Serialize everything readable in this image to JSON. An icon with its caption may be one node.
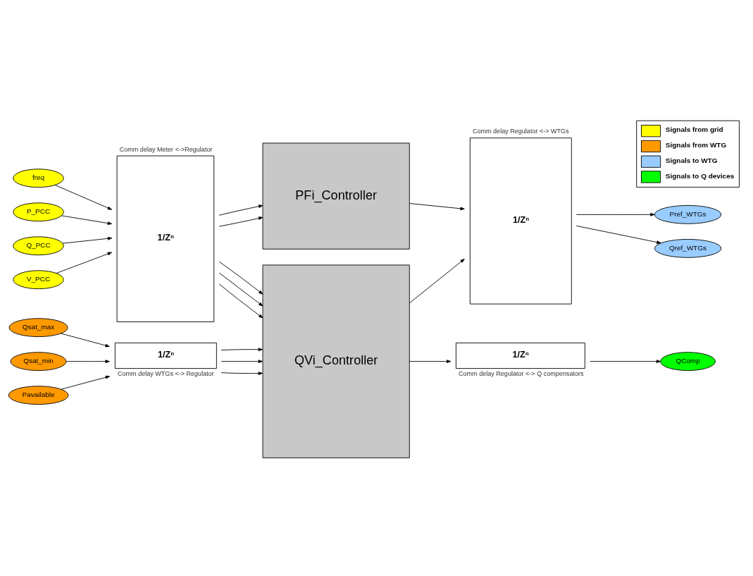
{
  "diagram": {
    "nodes": [
      {
        "text": [
          "freq"
        ]
      },
      {
        "text": [
          "P_PCC"
        ]
      },
      {
        "text": [
          "Q_PCC"
        ]
      },
      {
        "text": [
          "V_PCC"
        ]
      },
      {
        "text": [
          "Qsat_max"
        ]
      },
      {
        "text": [
          "Qsat_min"
        ]
      },
      {
        "text": [
          "Pavailable"
        ]
      },
      {
        "text": [
          "1/Zⁿ"
        ],
        "beside": [
          "Comm delay Meter <->Regulator"
        ]
      },
      {
        "text": [
          "1/Zⁿ"
        ],
        "beside": [
          "Comm delay WTGs <-> Regulator"
        ]
      },
      {
        "text": [
          "PFi_Controller"
        ]
      },
      {
        "text": [
          "QVi_Controller"
        ]
      },
      {
        "text": [
          "1/Zⁿ"
        ],
        "beside": [
          "Comm delay Regulator <-> WTGs"
        ]
      },
      {
        "text": [
          "1/Zⁿ"
        ],
        "beside": [
          "Comm delay Regulator <-> Q compensators"
        ]
      },
      {
        "text": [
          "Pref_WTGs"
        ]
      },
      {
        "text": [
          "Qref_WTGs"
        ]
      },
      {
        "text": [
          "QComp"
        ]
      }
    ],
    "edges": [
      {
        "from": 0,
        "to": 7,
        "arrow": "to"
      },
      {
        "from": 1,
        "to": 7,
        "arrow": "to"
      },
      {
        "from": 2,
        "to": 7,
        "arrow": "to"
      },
      {
        "from": 3,
        "to": 7,
        "arrow": "to"
      },
      {
        "from": 7,
        "to": 9,
        "arrow": "to"
      },
      {
        "from": 7,
        "to": 9,
        "arrow": "to"
      },
      {
        "from": 7,
        "to": 10,
        "arrow": "to"
      },
      {
        "from": 7,
        "to": 10,
        "arrow": "to"
      },
      {
        "from": 7,
        "to": 10,
        "arrow": "to"
      },
      {
        "from": 4,
        "to": 8,
        "arrow": "to"
      },
      {
        "from": 5,
        "to": 8,
        "arrow": "to"
      },
      {
        "from": 6,
        "to": 8,
        "arrow": "to"
      },
      {
        "from": 8,
        "to": 10,
        "arrow": "to"
      },
      {
        "from": 8,
        "to": 10,
        "arrow": "to"
      },
      {
        "from": 8,
        "to": 10,
        "arrow": "to"
      },
      {
        "from": 9,
        "to": 11,
        "arrow": "to"
      },
      {
        "from": 10,
        "to": 11,
        "arrow": "to"
      },
      {
        "from": 11,
        "to": 13,
        "arrow": "to"
      },
      {
        "from": 11,
        "to": 14,
        "arrow": "to"
      },
      {
        "from": 10,
        "to": 12,
        "arrow": "to"
      },
      {
        "from": 12,
        "to": 15,
        "arrow": "to"
      }
    ],
    "legend": [
      {
        "text": "Signals from grid",
        "color": "#ffff00"
      },
      {
        "text": "Signals from WTG",
        "color": "#ff9900"
      },
      {
        "text": "Signals to WTG",
        "color": "#99ccff"
      },
      {
        "text": "Signals to Q devices",
        "color": "#00ff00"
      }
    ]
  }
}
